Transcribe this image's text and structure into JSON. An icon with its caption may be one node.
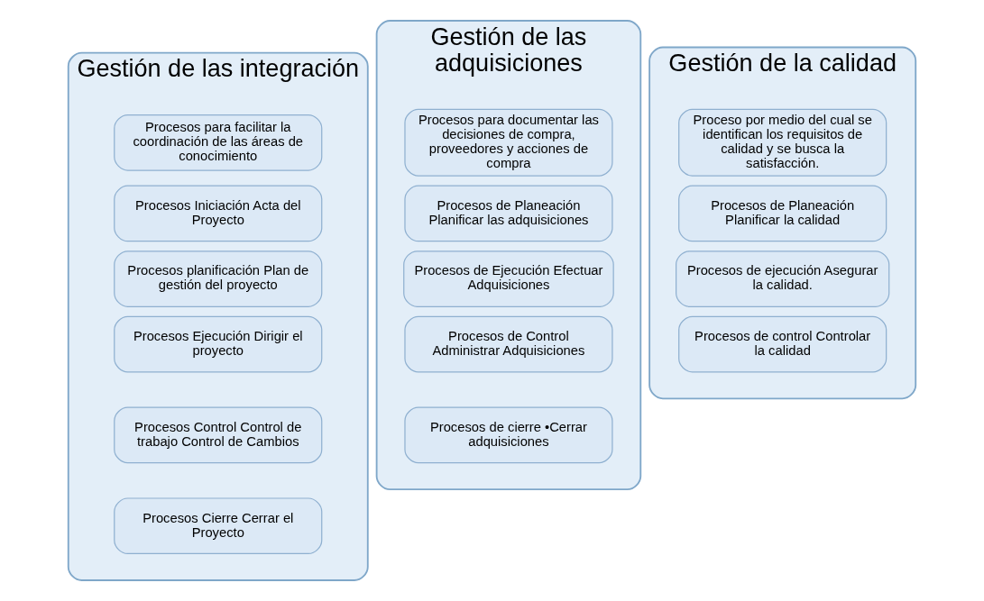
{
  "diagram": {
    "nodes": [
      {
        "text": [
          "Gestión de las integración"
        ]
      },
      {
        "text": [
          "Procesos para facilitar la coordinación de las áreas de conocimiento"
        ],
        "in": 0
      },
      {
        "text": [
          "Procesos Iniciación Acta del Proyecto"
        ],
        "in": 0
      },
      {
        "text": [
          "Procesos planificación Plan de gestión del proyecto"
        ],
        "in": 0
      },
      {
        "text": [
          "Procesos Ejecución Dirigir el proyecto"
        ],
        "in": 0
      },
      {
        "text": [
          "Procesos Control Control de trabajo Control de Cambios"
        ],
        "in": 0
      },
      {
        "text": [
          "Procesos Cierre Cerrar el Proyecto"
        ],
        "in": 0
      },
      {
        "text": [
          "Gestión de las adquisiciones"
        ]
      },
      {
        "text": [
          "Procesos para documentar las decisiones de compra, proveedores y acciones de compra"
        ],
        "in": 7
      },
      {
        "text": [
          "Procesos de Planeación Planificar las adquisiciones"
        ],
        "in": 7
      },
      {
        "text": [
          "Procesos de Ejecución Efectuar Adquisiciones"
        ],
        "in": 7
      },
      {
        "text": [
          "Procesos de Control Administrar Adquisiciones"
        ],
        "in": 7
      },
      {
        "text": [
          "Procesos de cierre •Cerrar adquisiciones"
        ],
        "in": 7
      },
      {
        "text": [
          "Gestión de la calidad"
        ]
      },
      {
        "text": [
          "Proceso por medio del cual se identifican los requisitos de calidad y se busca la satisfacción."
        ],
        "in": 13
      },
      {
        "text": [
          "Procesos de Planeación Planificar la calidad"
        ],
        "in": 13
      },
      {
        "text": [
          "Procesos de ejecución Asegurar la calidad."
        ],
        "in": 13
      },
      {
        "text": [
          "Procesos de control Controlar la calidad"
        ],
        "in": 13
      }
    ],
    "edges": []
  }
}
